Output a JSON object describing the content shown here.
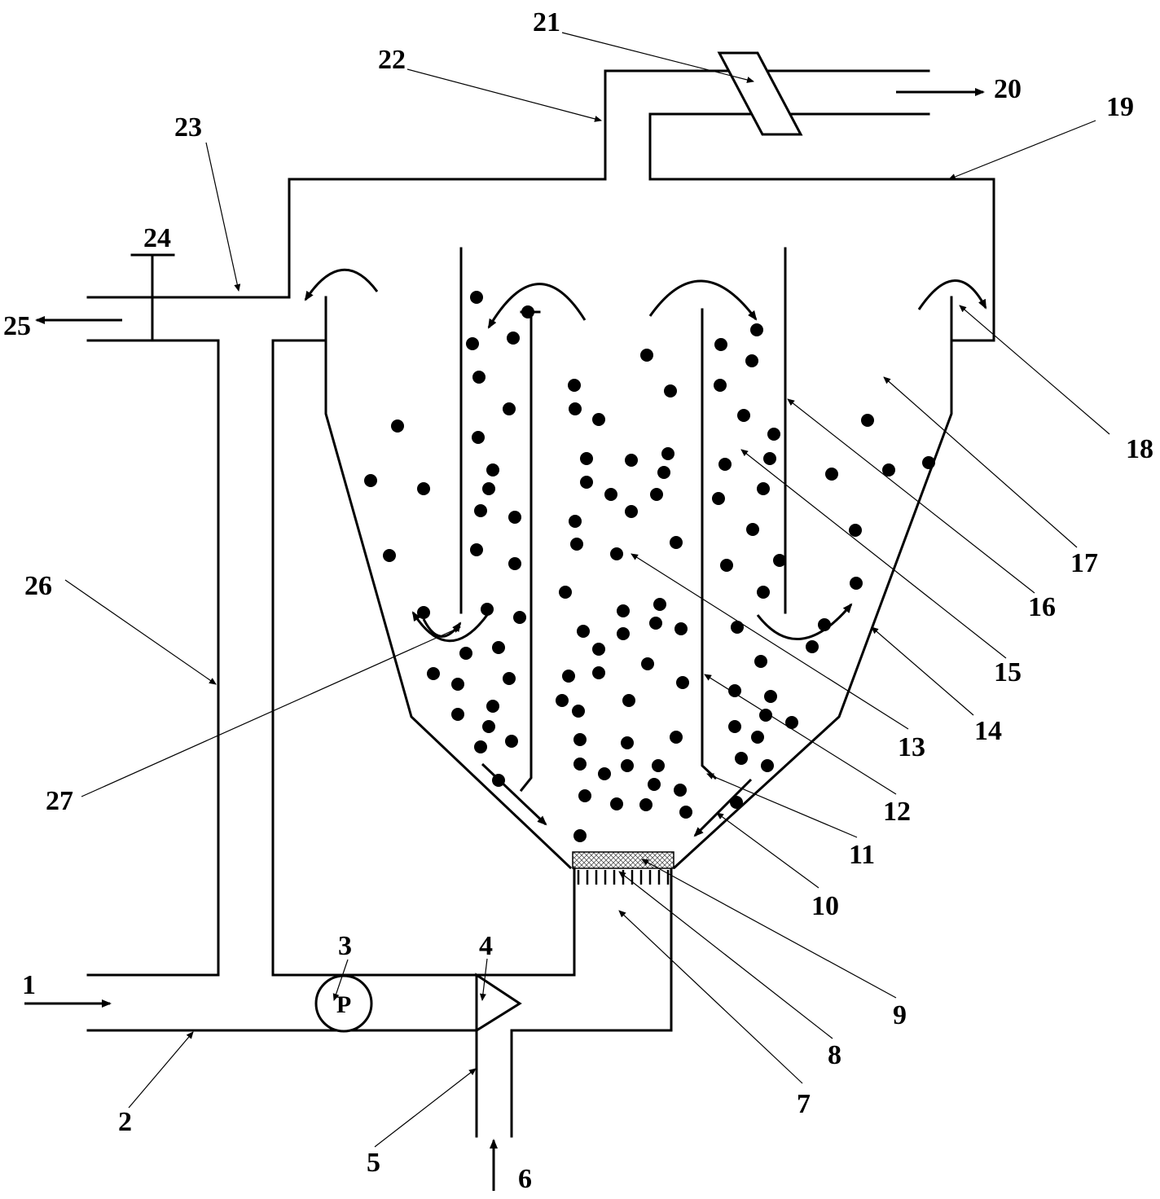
{
  "labels": [
    "1",
    "2",
    "3",
    "4",
    "5",
    "6",
    "7",
    "8",
    "9",
    "10",
    "11",
    "12",
    "13",
    "14",
    "15",
    "16",
    "17",
    "18",
    "19",
    "20",
    "21",
    "22",
    "23",
    "24",
    "25",
    "26",
    "27"
  ],
  "pump_symbol": "P",
  "colors": {
    "line": "#000000",
    "background": "#ffffff",
    "mesh": "#d8d8d8"
  }
}
